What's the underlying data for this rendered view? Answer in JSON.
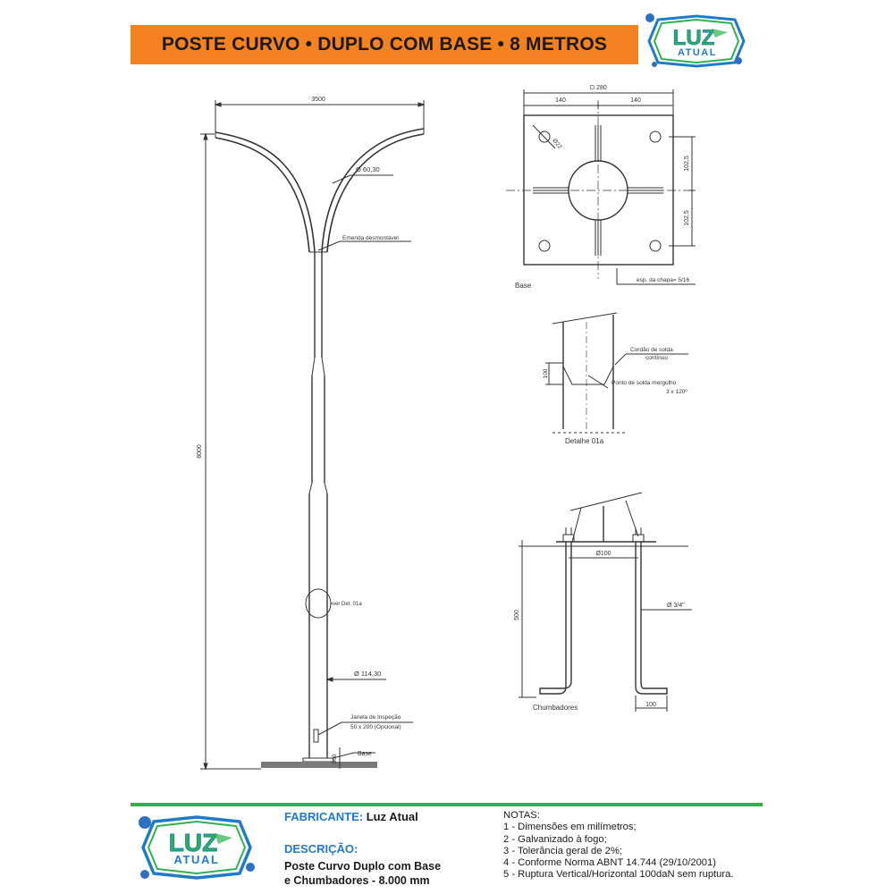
{
  "header": {
    "title": "POSTE CURVO • DUPLO COM BASE • 8 METROS",
    "bar_color": "#f58220"
  },
  "brand": {
    "name_top": "LUZ",
    "name_bottom": "ATUAL",
    "blue": "#1f7bc8",
    "green": "#2bb24c"
  },
  "pole": {
    "width_label": "3500",
    "height_label": "8000",
    "top_diameter": "Ø 60,30",
    "joint_label": "Emenda desmontável",
    "detail_ref": "ver Det. 01a",
    "bottom_diameter": "Ø 114,30",
    "window_line1": "Janela de Inspeção",
    "window_line2": "50 x 200  (Opcional)",
    "base_height": "500",
    "base_label": "Base"
  },
  "base_plate": {
    "overall": "⊡ 280",
    "half_left": "140",
    "half_right": "140",
    "hole": "Ø22",
    "upper": "102,5",
    "lower": "102,5",
    "caption": "Base",
    "thickness": "esp. da chapa= 5/16"
  },
  "detail": {
    "height": "100",
    "weld_line1": "Cordão de solda",
    "weld_line2": "contínuo",
    "point_line1": "Ponto de solda mergulho",
    "point_line2": "3 x 120º",
    "caption": "Detalhe 01a"
  },
  "anchors": {
    "spacing": "Ø100",
    "length": "500",
    "rod": "Ø 3/4\"",
    "hook": "100",
    "caption": "Chumbadores"
  },
  "footer": {
    "manufacturer_label": "FABRICANTE:",
    "manufacturer": "Luz Atual",
    "description_label": "DESCRIÇÃO:",
    "description_line1": "Poste Curvo Duplo com Base",
    "description_line2": "e Chumbadores - 8.000 mm",
    "notes_title": "NOTAS:",
    "notes": [
      "1 - Dimensões em milímetros;",
      "2 - Galvanizado à fogo;",
      "3 - Tolerância geral de 2%;",
      "4 - Conforme Norma ABNT 14.744 (29/10/2001)",
      "5 - Ruptura Vertical/Horizontal 100daN sem ruptura."
    ]
  }
}
